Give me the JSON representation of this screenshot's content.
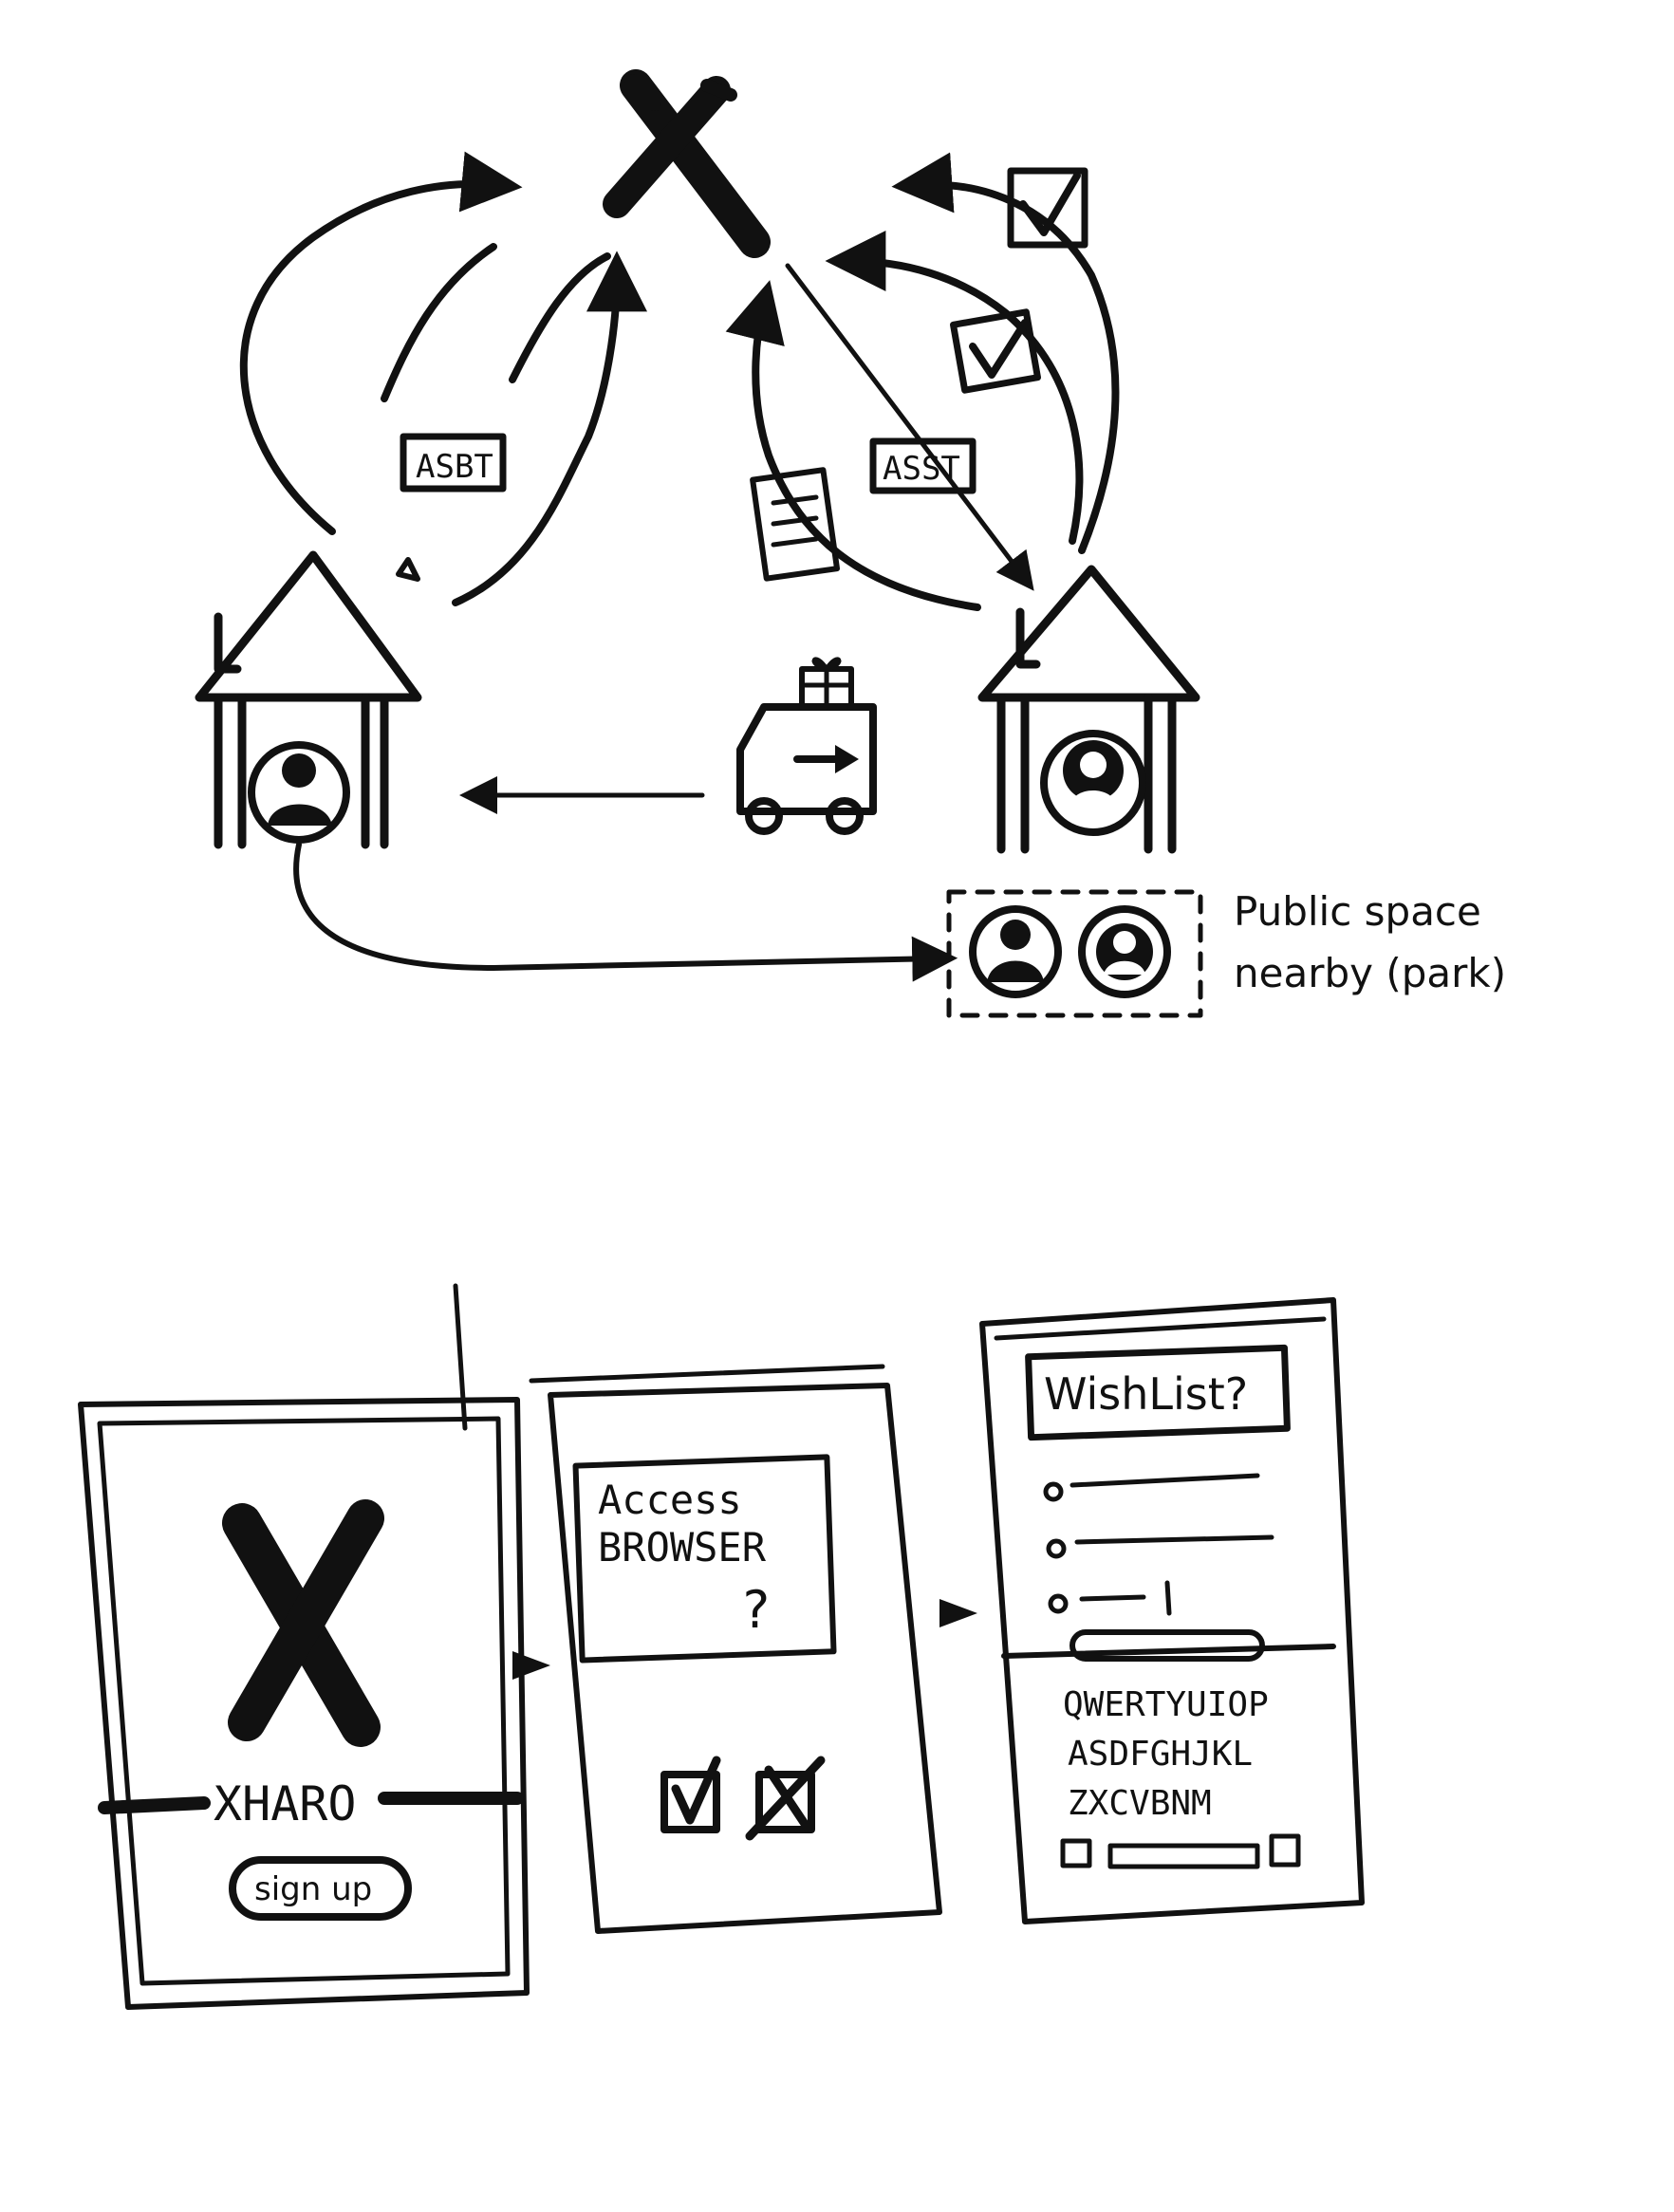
{
  "flow": {
    "label_left": "ASBT",
    "label_right": "ASST",
    "annotation_line1": "Public space",
    "annotation_line2": "nearby (park)"
  },
  "screens": {
    "splash": {
      "app_name": "XHARO",
      "signup_label": "sign up"
    },
    "permission": {
      "prompt_line1": "Access",
      "prompt_line2": "BROWSER",
      "prompt_mark": "?"
    },
    "wishlist": {
      "title": "WishList?",
      "keyboard_row1": "QWERTYUIOP",
      "keyboard_row2": "ASDFGHJKL",
      "keyboard_row3": "ZXCVBNM"
    }
  },
  "colors": {
    "ink": "#111111",
    "paper": "#ffffff"
  }
}
